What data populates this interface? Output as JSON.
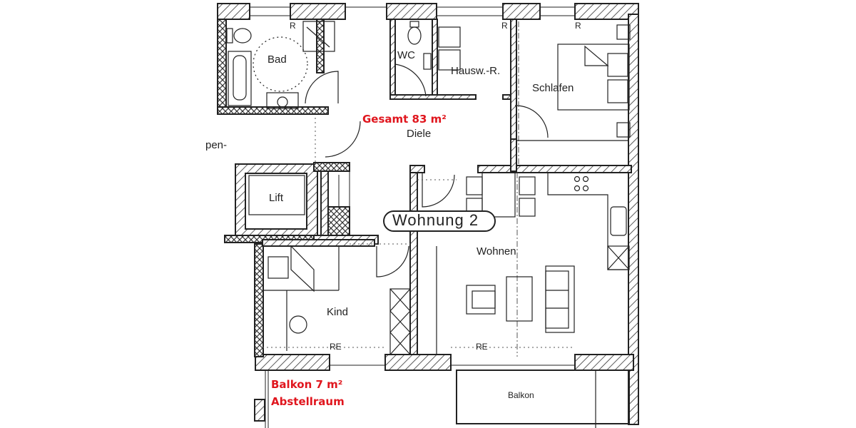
{
  "plan": {
    "title": "Wohnung 2",
    "total_area": "Gesamt 83 m²",
    "balcony_area": "Balkon 7 m²",
    "storage_note": "Abstellraum",
    "partial_label_left": "pen-",
    "colors": {
      "wall": "#222222",
      "hatch": "#333333",
      "annotation_red": "#e0161e",
      "background": "#ffffff"
    }
  },
  "rooms": {
    "bad": "Bad",
    "wc": "WC",
    "hausw": "Hausw.-R.",
    "schlafen": "Schlafen",
    "diele": "Diele",
    "lift": "Lift",
    "wohnen": "Wohnen",
    "kind": "Kind",
    "balkon": "Balkon"
  },
  "marks": {
    "r_bad": "R",
    "r_hausw": "R",
    "r_schlafen": "R",
    "re_kind": "RE",
    "re_wohnen": "RE"
  }
}
